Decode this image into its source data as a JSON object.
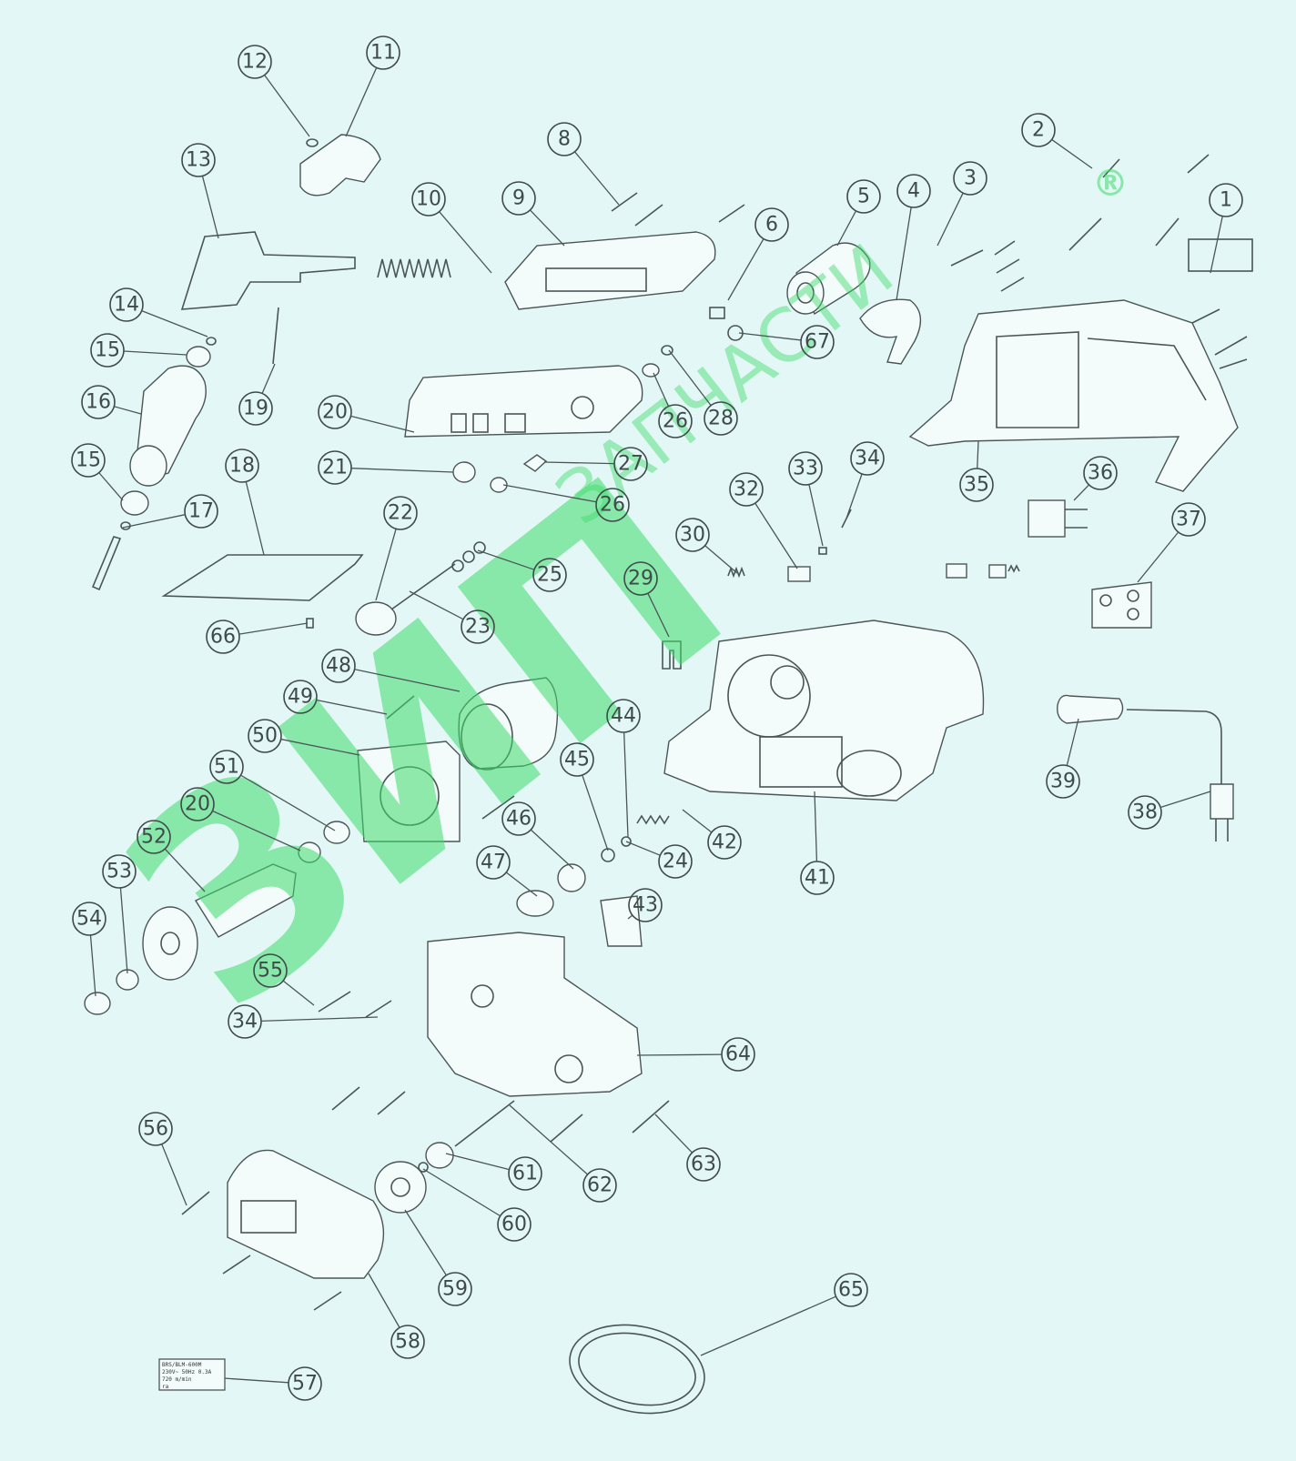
{
  "diagram": {
    "parts": [
      "1",
      "2",
      "3",
      "4",
      "5",
      "6",
      "8",
      "9",
      "10",
      "11",
      "12",
      "13",
      "14",
      "15",
      "16",
      "15",
      "17",
      "18",
      "19",
      "20",
      "21",
      "22",
      "23",
      "25",
      "26",
      "26",
      "27",
      "28",
      "29",
      "30",
      "32",
      "33",
      "34",
      "35",
      "36",
      "37",
      "38",
      "39",
      "41",
      "42",
      "43",
      "44",
      "24",
      "45",
      "46",
      "47",
      "48",
      "49",
      "50",
      "51",
      "20",
      "52",
      "53",
      "54",
      "55",
      "34",
      "56",
      "57",
      "58",
      "59",
      "60",
      "61",
      "62",
      "63",
      "64",
      "65",
      "66",
      "67"
    ],
    "nameplate": {
      "line1": "BRS/BLM-600M",
      "line2": "230V~ 50Hz 0.3A",
      "line3": "720 m/min",
      "line4": "ra"
    }
  },
  "watermark": {
    "brand": "ЗИП.ЗАПЧАСТИ",
    "main": "ЗИП",
    "sub": "ЗАПЧАСТИ",
    "registered": "®",
    "color": "#3ddc6a"
  },
  "colors": {
    "background": "#e4f7f7",
    "line": "#4a5656"
  }
}
